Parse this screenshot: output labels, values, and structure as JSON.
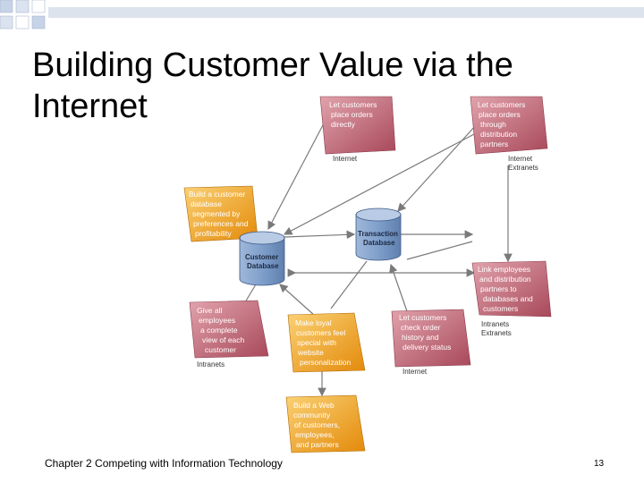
{
  "slide": {
    "title": "Building Customer Value via the Internet",
    "footer": "Chapter 2 Competing with Information Technology",
    "page_number": "13"
  },
  "databases": {
    "customer": [
      "Customer",
      "Database"
    ],
    "transaction": [
      "Transaction",
      "Database"
    ]
  },
  "notes": {
    "orders_direct": {
      "lines": [
        "Let customers",
        "place orders",
        "directly"
      ],
      "channel": [
        "Internet"
      ]
    },
    "orders_partners": {
      "lines": [
        "Let customers",
        "place orders",
        "through",
        "distribution",
        "partners"
      ],
      "channel": [
        "Internet",
        "Extranets"
      ]
    },
    "segmented_db": {
      "lines": [
        "Build a customer",
        "database",
        "segmented by",
        "preferences and",
        "profitability"
      ],
      "channel": []
    },
    "link_employees": {
      "lines": [
        "Link employees",
        "and distribution",
        "partners to",
        "databases and",
        "customers"
      ],
      "channel": [
        "Intranets",
        "Extranets"
      ]
    },
    "employee_view": {
      "lines": [
        "Give all",
        "employees",
        "a complete",
        "view of each",
        "customer"
      ],
      "channel": [
        "Intranets"
      ]
    },
    "loyal_customers": {
      "lines": [
        "Make loyal",
        "customers feel",
        "special with",
        "website",
        "personalization"
      ],
      "channel": []
    },
    "order_history": {
      "lines": [
        "Let customers",
        "check order",
        "history and",
        "delivery status"
      ],
      "channel": [
        "Internet"
      ]
    },
    "web_community": {
      "lines": [
        "Build a Web",
        "community",
        "of customers,",
        "employees,",
        "and partners"
      ],
      "channel": []
    }
  },
  "colors": {
    "red_note": "#c86a78",
    "orange_note": "#f3a820",
    "database": "#7f9fcb",
    "arrow": "#7a7a7a",
    "corner_squares": "#c7d3e6"
  }
}
